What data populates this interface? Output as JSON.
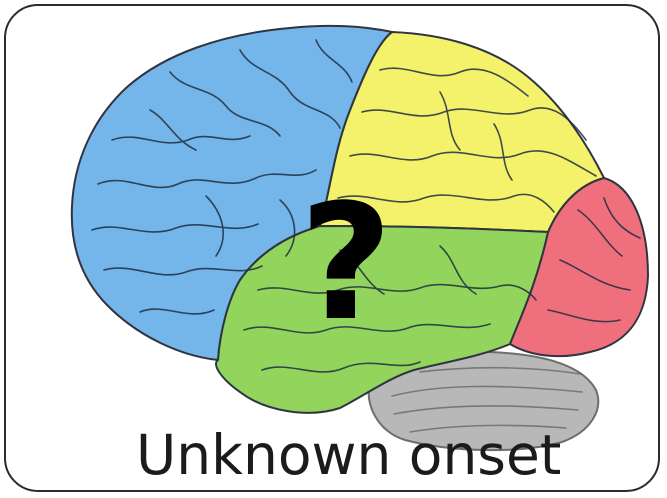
{
  "figure": {
    "caption": "Unknown onset",
    "symbol": "?"
  },
  "regions": [
    {
      "name": "frontal-lobe",
      "color": "#74b5ea"
    },
    {
      "name": "parietal-lobe",
      "color": "#f4f26a"
    },
    {
      "name": "temporal-lobe",
      "color": "#93d45c"
    },
    {
      "name": "occipital-lobe",
      "color": "#ef6f7d"
    },
    {
      "name": "cerebellum",
      "color": "#b8b8b8"
    }
  ],
  "colors": {
    "frame_border": "#2b2b2b",
    "outline": "#1f3042",
    "symbol": "#000000",
    "caption": "#1b1b1b"
  }
}
